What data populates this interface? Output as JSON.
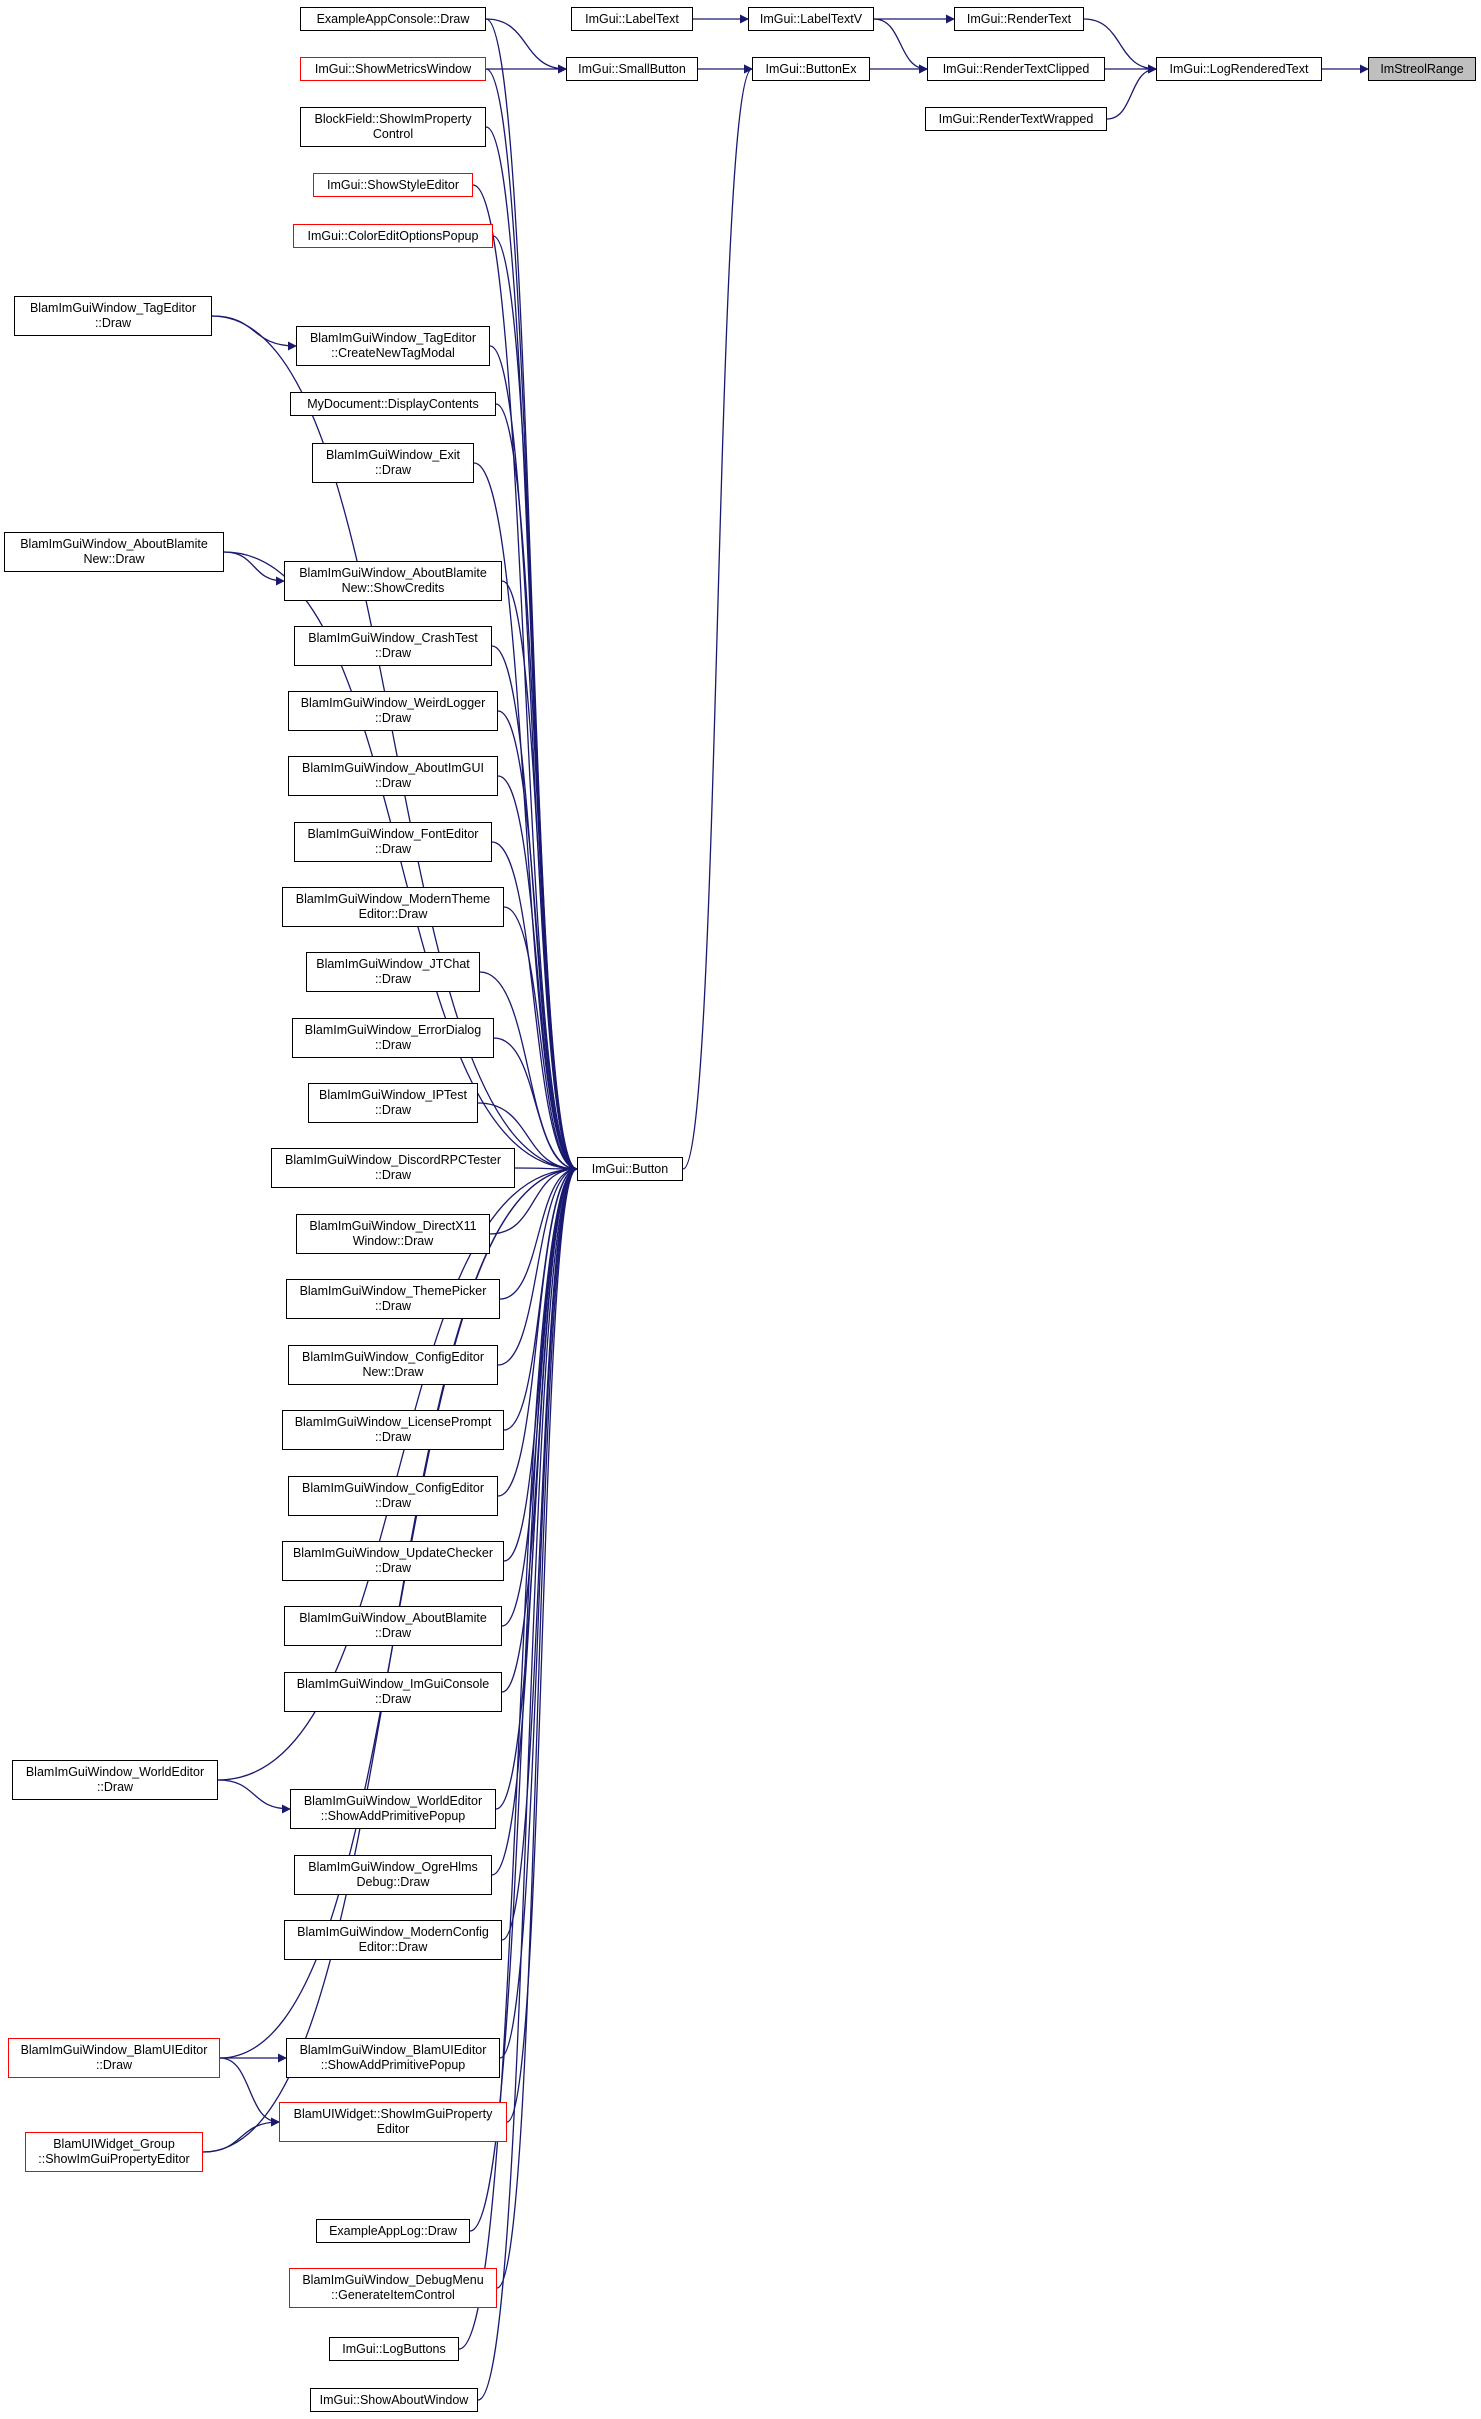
{
  "colors": {
    "edge": "#191970",
    "node_border": "#000000",
    "truncated_border": "#ff0000",
    "root_fill": "#bfbfbf"
  },
  "nodes": {
    "lines_a": {
      "1": "ExampleAppConsole::Draw"
    },
    "lines_b": {
      "1": "ImGui::ShowMetricsWindow"
    },
    "lines_c": {
      "1": "BlockField::ShowImProperty",
      "2": "Control"
    },
    "lines_d": {
      "1": "ImGui::ShowStyleEditor"
    },
    "lines_e": {
      "1": "ImGui::ColorEditOptionsPopup"
    },
    "lines_f": {
      "1": "BlamImGuiWindow_TagEditor",
      "2": "::Draw"
    },
    "lines_g": {
      "1": "BlamImGuiWindow_TagEditor",
      "2": "::CreateNewTagModal"
    },
    "lines_h": {
      "1": "MyDocument::DisplayContents"
    },
    "lines_i": {
      "1": "BlamImGuiWindow_Exit",
      "2": "::Draw"
    },
    "lines_j": {
      "1": "BlamImGuiWindow_AboutBlamite",
      "2": "New::Draw"
    },
    "lines_k": {
      "1": "BlamImGuiWindow_AboutBlamite",
      "2": "New::ShowCredits"
    },
    "lines_l": {
      "1": "BlamImGuiWindow_CrashTest",
      "2": "::Draw"
    },
    "lines_m": {
      "1": "BlamImGuiWindow_WeirdLogger",
      "2": "::Draw"
    },
    "lines_n": {
      "1": "BlamImGuiWindow_AboutImGUI",
      "2": "::Draw"
    },
    "lines_o": {
      "1": "BlamImGuiWindow_FontEditor",
      "2": "::Draw"
    },
    "lines_p": {
      "1": "BlamImGuiWindow_ModernTheme",
      "2": "Editor::Draw"
    },
    "lines_q": {
      "1": "BlamImGuiWindow_JTChat",
      "2": "::Draw"
    },
    "lines_r": {
      "1": "BlamImGuiWindow_ErrorDialog",
      "2": "::Draw"
    },
    "lines_s": {
      "1": "BlamImGuiWindow_IPTest",
      "2": "::Draw"
    },
    "lines_t": {
      "1": "BlamImGuiWindow_DiscordRPCTester",
      "2": "::Draw"
    },
    "lines_u": {
      "1": "BlamImGuiWindow_DirectX11",
      "2": "Window::Draw"
    },
    "lines_v": {
      "1": "BlamImGuiWindow_ThemePicker",
      "2": "::Draw"
    },
    "lines_w": {
      "1": "BlamImGuiWindow_ConfigEditor",
      "2": "New::Draw"
    },
    "lines_x": {
      "1": "BlamImGuiWindow_LicensePrompt",
      "2": "::Draw"
    },
    "lines_y": {
      "1": "BlamImGuiWindow_ConfigEditor",
      "2": "::Draw"
    },
    "lines_z": {
      "1": "BlamImGuiWindow_UpdateChecker",
      "2": "::Draw"
    },
    "lines_aa": {
      "1": "BlamImGuiWindow_AboutBlamite",
      "2": "::Draw"
    },
    "lines_ab": {
      "1": "BlamImGuiWindow_ImGuiConsole",
      "2": "::Draw"
    },
    "lines_ac": {
      "1": "BlamImGuiWindow_WorldEditor",
      "2": "::Draw"
    },
    "lines_ad": {
      "1": "BlamImGuiWindow_WorldEditor",
      "2": "::ShowAddPrimitivePopup"
    },
    "lines_ae": {
      "1": "BlamImGuiWindow_OgreHlms",
      "2": "Debug::Draw"
    },
    "lines_af": {
      "1": "BlamImGuiWindow_ModernConfig",
      "2": "Editor::Draw"
    },
    "lines_ag": {
      "1": "BlamImGuiWindow_BlamUIEditor",
      "2": "::Draw"
    },
    "lines_ah": {
      "1": "BlamImGuiWindow_BlamUIEditor",
      "2": "::ShowAddPrimitivePopup"
    },
    "lines_ai": {
      "1": "BlamUIWidget::ShowImGuiProperty",
      "2": "Editor"
    },
    "lines_aj": {
      "1": "BlamUIWidget_Group",
      "2": "::ShowImGuiPropertyEditor"
    },
    "lines_ak": {
      "1": "ExampleAppLog::Draw"
    },
    "lines_al": {
      "1": "BlamImGuiWindow_DebugMenu",
      "2": "::GenerateItemControl"
    },
    "lines_am": {
      "1": "ImGui::LogButtons"
    },
    "lines_an": {
      "1": "ImGui::ShowAboutWindow"
    },
    "lines_ao": {
      "1": "ImGui::Button"
    },
    "lines_ap": {
      "1": "ImGui::LabelText"
    },
    "lines_aq": {
      "1": "ImGui::LabelTextV"
    },
    "lines_ar": {
      "1": "ImGui::SmallButton"
    },
    "lines_as": {
      "1": "ImGui::ButtonEx"
    },
    "lines_at": {
      "1": "ImGui::RenderText"
    },
    "lines_au": {
      "1": "ImGui::RenderTextClipped"
    },
    "lines_av": {
      "1": "ImGui::RenderTextWrapped"
    },
    "lines_aw": {
      "1": "ImGui::LogRenderedText"
    },
    "lines_ax": {
      "1": "ImStreolRange"
    }
  },
  "edges": [
    [
      "ap",
      "aq"
    ],
    [
      "aq",
      "at"
    ],
    [
      "aq",
      "au"
    ],
    [
      "at",
      "aw"
    ],
    [
      "au",
      "aw"
    ],
    [
      "av",
      "aw"
    ],
    [
      "aw",
      "ax"
    ],
    [
      "as",
      "au"
    ],
    [
      "ar",
      "as"
    ],
    [
      "ao",
      "as"
    ],
    [
      "a",
      "ar"
    ],
    [
      "b",
      "ar"
    ],
    [
      "a",
      "ao"
    ],
    [
      "b",
      "ao"
    ],
    [
      "c",
      "ao"
    ],
    [
      "d",
      "ao"
    ],
    [
      "e",
      "ao"
    ],
    [
      "f",
      "ao"
    ],
    [
      "f",
      "g"
    ],
    [
      "g",
      "ao"
    ],
    [
      "h",
      "ao"
    ],
    [
      "i",
      "ao"
    ],
    [
      "j",
      "ao"
    ],
    [
      "j",
      "k"
    ],
    [
      "k",
      "ao"
    ],
    [
      "l",
      "ao"
    ],
    [
      "m",
      "ao"
    ],
    [
      "n",
      "ao"
    ],
    [
      "o",
      "ao"
    ],
    [
      "p",
      "ao"
    ],
    [
      "q",
      "ao"
    ],
    [
      "r",
      "ao"
    ],
    [
      "s",
      "ao"
    ],
    [
      "t",
      "ao"
    ],
    [
      "u",
      "ao"
    ],
    [
      "v",
      "ao"
    ],
    [
      "w",
      "ao"
    ],
    [
      "x",
      "ao"
    ],
    [
      "y",
      "ao"
    ],
    [
      "z",
      "ao"
    ],
    [
      "aa",
      "ao"
    ],
    [
      "ab",
      "ao"
    ],
    [
      "ac",
      "ao"
    ],
    [
      "ac",
      "ad"
    ],
    [
      "ad",
      "ao"
    ],
    [
      "ae",
      "ao"
    ],
    [
      "af",
      "ao"
    ],
    [
      "ag",
      "ao"
    ],
    [
      "ag",
      "ah"
    ],
    [
      "ag",
      "ai"
    ],
    [
      "ah",
      "ao"
    ],
    [
      "ai",
      "ao"
    ],
    [
      "aj",
      "ai"
    ],
    [
      "aj",
      "ao"
    ],
    [
      "ak",
      "ao"
    ],
    [
      "al",
      "ao"
    ],
    [
      "am",
      "ao"
    ],
    [
      "an",
      "ao"
    ]
  ]
}
